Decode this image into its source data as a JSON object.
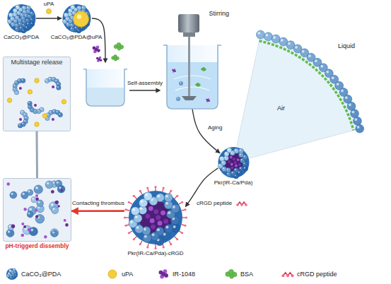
{
  "diagram": {
    "nodes": [
      {
        "text": [
          "CaCO₃@PDA"
        ]
      },
      {
        "text": [
          "CaCO₃@PDA@uPA"
        ]
      },
      {
        "text": [
          "Stirring"
        ]
      },
      {
        "text": [
          "Pkr(IR-Ca/Pda)"
        ]
      },
      {
        "text": [
          "Pkr(IR-Ca/Pda)-cRGD"
        ]
      },
      {
        "text": [
          "Multistage release"
        ]
      },
      {
        "text": [
          "pH-triggerd dissembly"
        ]
      }
    ],
    "edges": [
      {
        "from": 0,
        "to": 1,
        "label": "uPA",
        "arrow": "to"
      },
      {
        "from": 2,
        "to": 3,
        "label": "Aging",
        "arrow": "to"
      },
      {
        "from": 3,
        "to": 4,
        "label": "cRGD peptide",
        "arrow": "to"
      },
      {
        "from": 4,
        "to": 6,
        "label": "Contacting thrombus",
        "arrow": "to"
      },
      {
        "from": 6,
        "to": 5,
        "arrow": "none"
      }
    ],
    "labels": [
      "Self-assembly",
      "Liquid",
      "Air"
    ],
    "legend": [
      {
        "text": "CaCO₃@PDA"
      },
      {
        "text": "uPA",
        "color": "#f5cf3b"
      },
      {
        "text": "IR-1048"
      },
      {
        "text": "BSA"
      },
      {
        "text": "cRGD peptide"
      }
    ]
  }
}
